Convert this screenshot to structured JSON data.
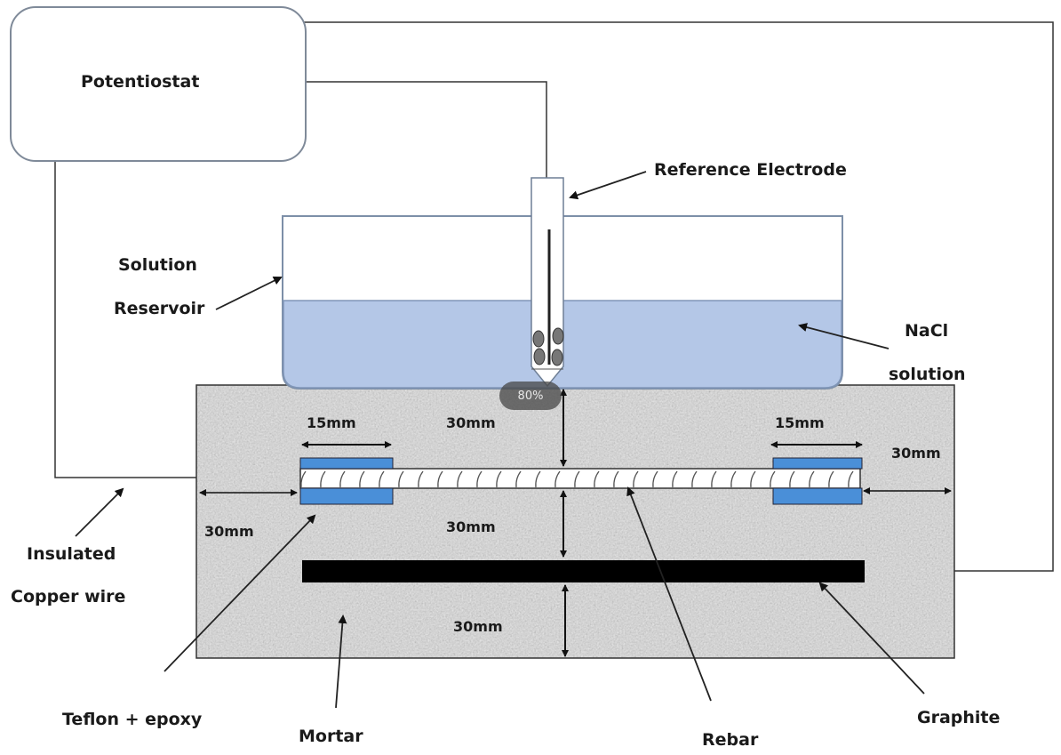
{
  "diagram": {
    "labels": {
      "potentiostat": "Potentiostat",
      "reference_electrode": "Reference Electrode",
      "solution_line1": "Solution",
      "solution_line2": "Reservoir",
      "nacl_line1": "NaCl",
      "nacl_line2": "solution",
      "insulated_line1": "Insulated",
      "insulated_line2": "Copper wire",
      "teflon": "Teflon + epoxy",
      "mortar": "Mortar",
      "rebar": "Rebar",
      "graphite": "Graphite"
    },
    "dimensions": {
      "left_coating_width": "15mm",
      "right_coating_width": "15mm",
      "top_cover": "30mm",
      "right_end_cover": "30mm",
      "left_end_cover": "30mm",
      "rebar_to_graphite": "30mm",
      "bottom_cover": "30mm"
    },
    "colors": {
      "solution": "#b4c7e7",
      "coating": "#4a8fd8",
      "graphite": "#000000",
      "mortar": "#a9a9a9"
    }
  },
  "overlay": {
    "zoom_level": "80%"
  }
}
